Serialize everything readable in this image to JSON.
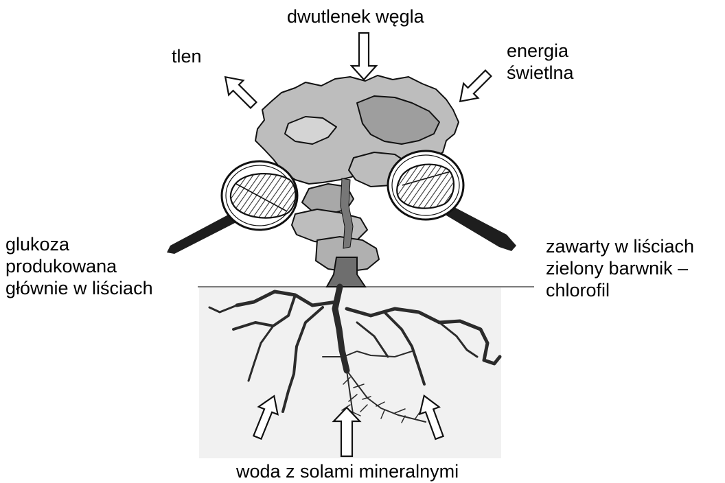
{
  "labels": {
    "carbon_dioxide": "dwutlenek węgla",
    "oxygen": "tlen",
    "light_line1": "energia",
    "light_line2": "świetlna",
    "glucose_line1": "glukoza",
    "glucose_line2": "produkowana",
    "glucose_line3": "głównie w liściach",
    "chlorophyll_line1": "zawarty w liściach",
    "chlorophyll_line2": "zielony barwnik –",
    "chlorophyll_line3": "chlorofil",
    "water": "woda z solami mineralnymi"
  },
  "colors": {
    "crown_fill": "#bdbdbd",
    "crown_shadow": "#8c8c8c",
    "outline": "#111111",
    "trunk": "#6e6e6e",
    "root": "#2b2b2b",
    "soil": "#f1f1f1",
    "ground_line": "#7a7a7a",
    "magnifier_handle": "#1e1e1e"
  },
  "icons": [
    "arrow-icon",
    "leaf-icon",
    "magnifier-icon",
    "tree-icon",
    "roots-icon"
  ]
}
